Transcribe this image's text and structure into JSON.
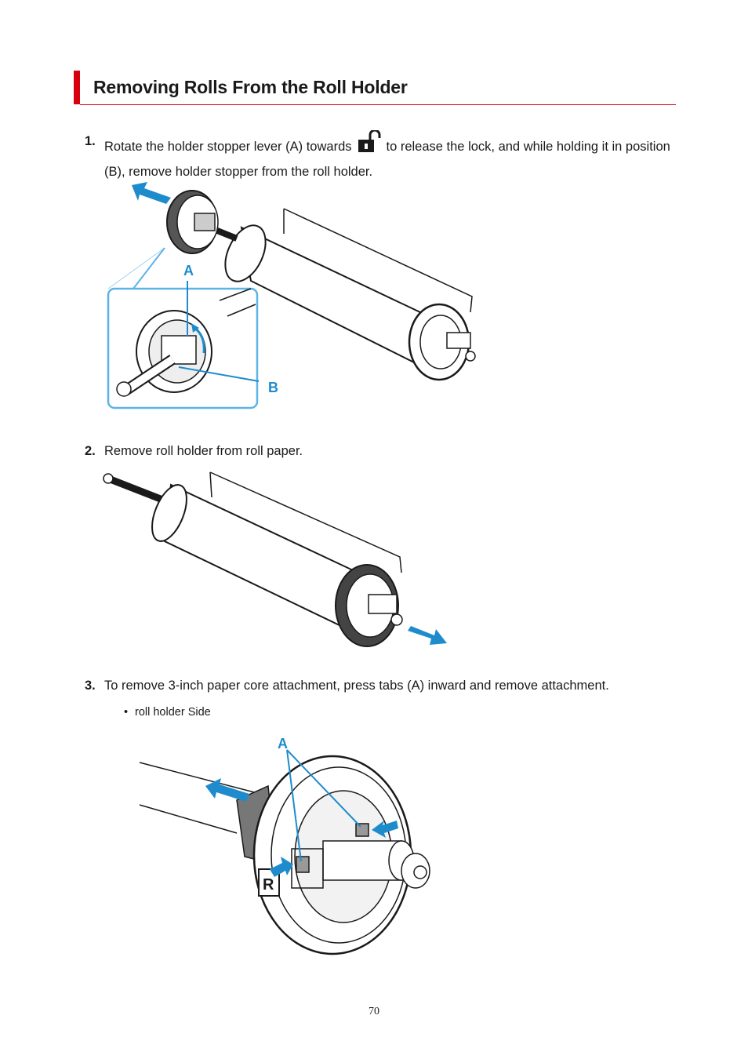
{
  "section": {
    "title": "Removing Rolls From the Roll Holder"
  },
  "steps": [
    {
      "number": "1.",
      "text_before": "Rotate the holder stopper lever (A) towards",
      "icon": "unlock-icon",
      "text_after": "to release the lock, and while holding it in position (B), remove holder stopper from the roll holder."
    },
    {
      "number": "2.",
      "text": "Remove roll holder from roll paper."
    },
    {
      "number": "3.",
      "text": "To remove 3-inch paper core attachment, press tabs (A) inward and remove attachment."
    }
  ],
  "step3_bullet": {
    "dot": "•",
    "text": "roll holder Side"
  },
  "figures": {
    "fig1": {
      "label_a": "A",
      "label_b": "B"
    },
    "fig3": {
      "label_a": "A",
      "label_r": "R"
    }
  },
  "colors": {
    "accent": "#d7000f",
    "arrow": "#1e8ccc",
    "callout": "#5ab4e6"
  },
  "page_number": "70"
}
